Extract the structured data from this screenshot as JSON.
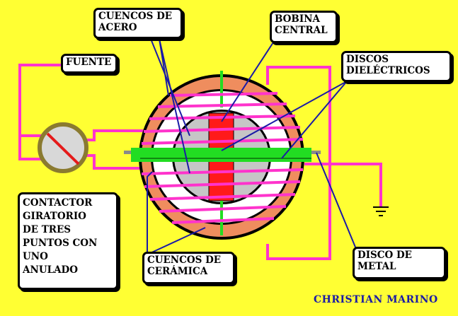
{
  "labels": {
    "cuencos_acero": "CUENCOS DE\nACERO",
    "bobina_central": "BOBINA\nCENTRAL",
    "fuente": "FUENTE",
    "discos_dielectricos": "DISCOS\nDIELÉCTRICOS",
    "contactor": "CONTACTOR\nGIRATORIO\nDE TRES\nPUNTOS CON\nUNO\nANULADO",
    "cuencos_ceramica": "CUENCOS DE\nCERÁMICA",
    "disco_metal": "DISCO DE\nMETAL"
  },
  "author": "CHRISTIAN MARINO",
  "colors": {
    "background": "#ffff33",
    "outer_shell": "#ef8d5e",
    "ceramic": "#ffffff",
    "steel_bowl": "#c6c6c6",
    "center_coil": "#ff1a1a",
    "dielectric_disc": "#22dd22",
    "winding_wire": "#ff33cc",
    "pointer_lines": "#1a1aa6",
    "contactor_body": "#d8d8d8",
    "contactor_border": "#8a7a30"
  }
}
